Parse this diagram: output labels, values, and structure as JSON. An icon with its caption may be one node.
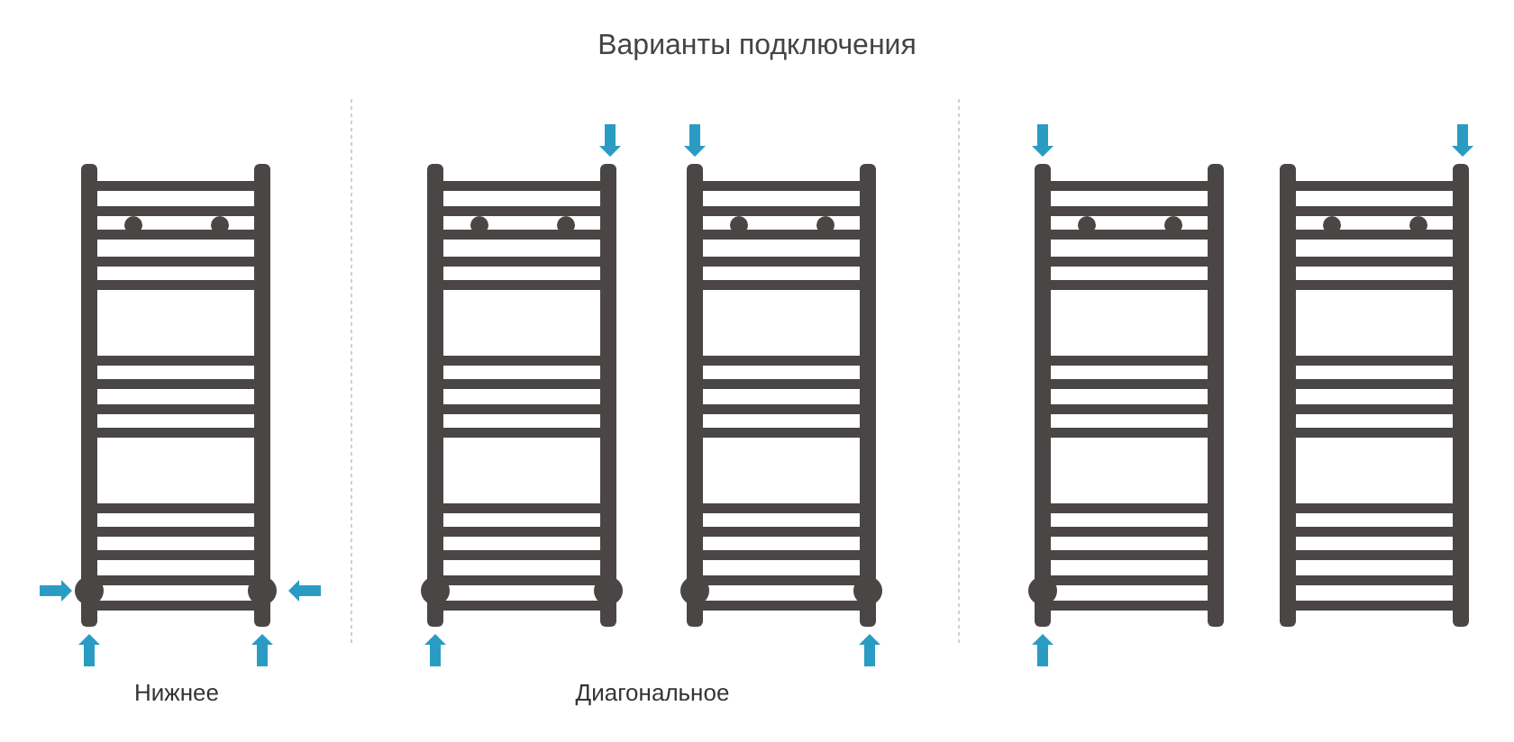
{
  "diagram": {
    "title": "Варианты подключения",
    "labels": [
      "Нижнее",
      "Диагональное"
    ]
  }
}
